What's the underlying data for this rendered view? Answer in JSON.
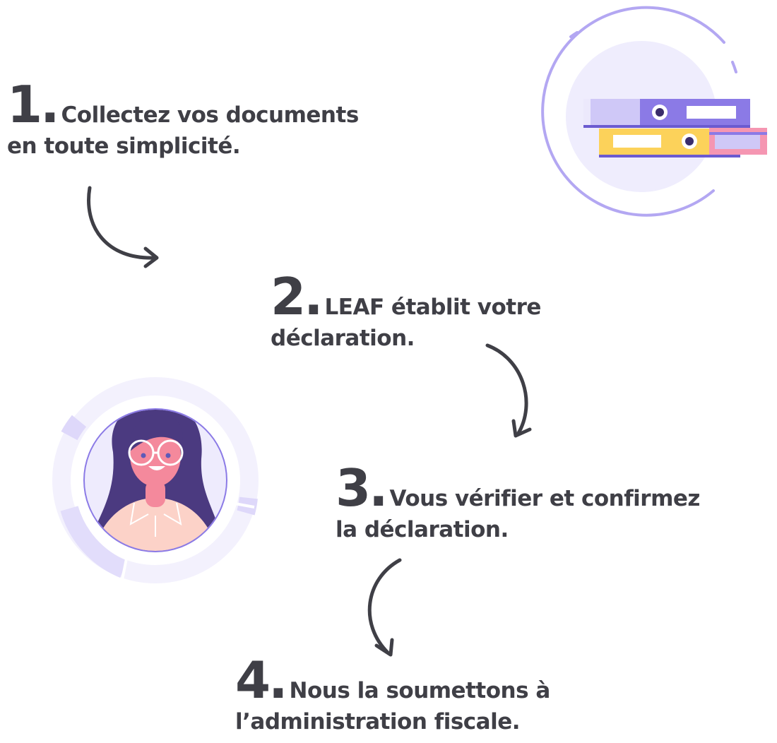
{
  "steps": [
    {
      "number": "1.",
      "line1": "Collectez vos documents",
      "line2": "en toute simplicité."
    },
    {
      "number": "2.",
      "line1": "LEAF établit votre",
      "line2": "déclaration."
    },
    {
      "number": "3.",
      "line1": "Vous vérifier et confirmez",
      "line2": "la déclaration."
    },
    {
      "number": "4.",
      "line1": "Nous la soumettons à",
      "line2": "l’administration fiscale."
    }
  ],
  "icons": [
    "folders-illustration",
    "woman-avatar-illustration",
    "curved-arrow-icon"
  ],
  "colors": {
    "text": "#3f3f46",
    "accent_purple": "#8b7ae6",
    "light_purple": "#efedfd",
    "ring_purple": "#b3a7f2",
    "yellow": "#fcd25a",
    "pink": "#f596b2",
    "hair": "#4b3a80",
    "skin": "#f4899c"
  }
}
